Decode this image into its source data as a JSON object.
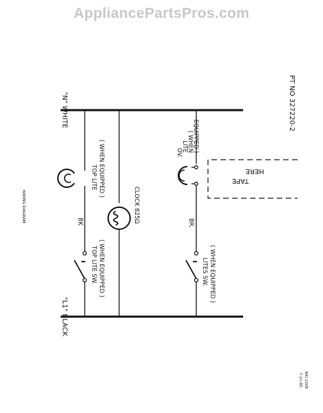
{
  "watermark": "AppliancePartsPros.com",
  "diagram": {
    "title": "WIRING DIAGRAM",
    "part_number": "PT NO  327220-2",
    "rail_l1": "\"L1\" BLACK",
    "rail_n": "\"N\" WHITE",
    "top_lite_sw": "TOP LITE  SW.",
    "top_lite_sw_note": "( WHEN EQUIPPED )",
    "wire_bk": "BK",
    "top_lite": "TOP LITE",
    "top_lite_note": "( WHEN EQUIPPED )",
    "clock": "CLOCK 825Ω",
    "lites_sw": "LITES  SW.",
    "lites_sw_note": "( WHEN EQUIPPED )",
    "wire_br": "BR.",
    "ov_lite_1": "OV.",
    "ov_lite_2": "LITE",
    "ov_lite_3": "( WHEN",
    "ov_lite_4": "EQUIPPED )",
    "tape_1": "TAPE",
    "tape_2": "HERE",
    "date_1": "7-21-85",
    "date_2": "WD 1008"
  }
}
